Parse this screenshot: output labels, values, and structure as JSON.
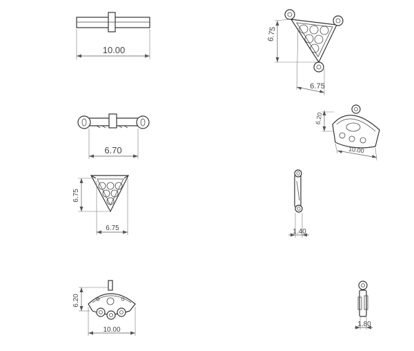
{
  "views": {
    "bar_top": {
      "dim_width": "10.00"
    },
    "iso_triangle": {
      "dim_height": "6.75",
      "dim_width": "6.75"
    },
    "bar_front": {
      "dim_width": "6.70"
    },
    "iso_fan": {
      "dim_height": "6.20",
      "dim_width": "10.00"
    },
    "triangle_front": {
      "dim_height": "6.75",
      "dim_width": "6.75"
    },
    "side_bar": {
      "dim_width": "1.40"
    },
    "fan_front": {
      "dim_height": "6.20",
      "dim_width": "10.00"
    },
    "side_fan": {
      "dim_width": "1.80"
    }
  },
  "colors": {
    "line": "#333333",
    "dimension": "#555555",
    "background": "#ffffff"
  }
}
